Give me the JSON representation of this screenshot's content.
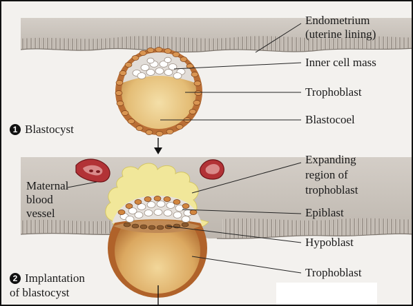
{
  "stage1": {
    "number": "1",
    "caption": "Blastocyst"
  },
  "stage2": {
    "number": "2",
    "caption_line1": "Implantation",
    "caption_line2": "of blastocyst"
  },
  "labels": {
    "endometrium_line1": "Endometrium",
    "endometrium_line2": "(uterine lining)",
    "inner_cell_mass": "Inner cell mass",
    "trophoblast_top": "Trophoblast",
    "blastocoel": "Blastocoel",
    "expanding_line1": "Expanding",
    "expanding_line2": "region of",
    "expanding_line3": "trophoblast",
    "maternal_line1": "Maternal",
    "maternal_line2": "blood",
    "maternal_line3": "vessel",
    "epiblast": "Epiblast",
    "hypoblast": "Hypoblast",
    "trophoblast_bottom": "Trophoblast"
  },
  "colors": {
    "endometrium": "#c9c3bc",
    "trophoblast_cells": "#c9803e",
    "blastocoel": "#e8c888",
    "inner_cell_mass": "#e4e0dc",
    "expanding_region": "#f1e79a",
    "blood_vessel": "#b23236"
  }
}
